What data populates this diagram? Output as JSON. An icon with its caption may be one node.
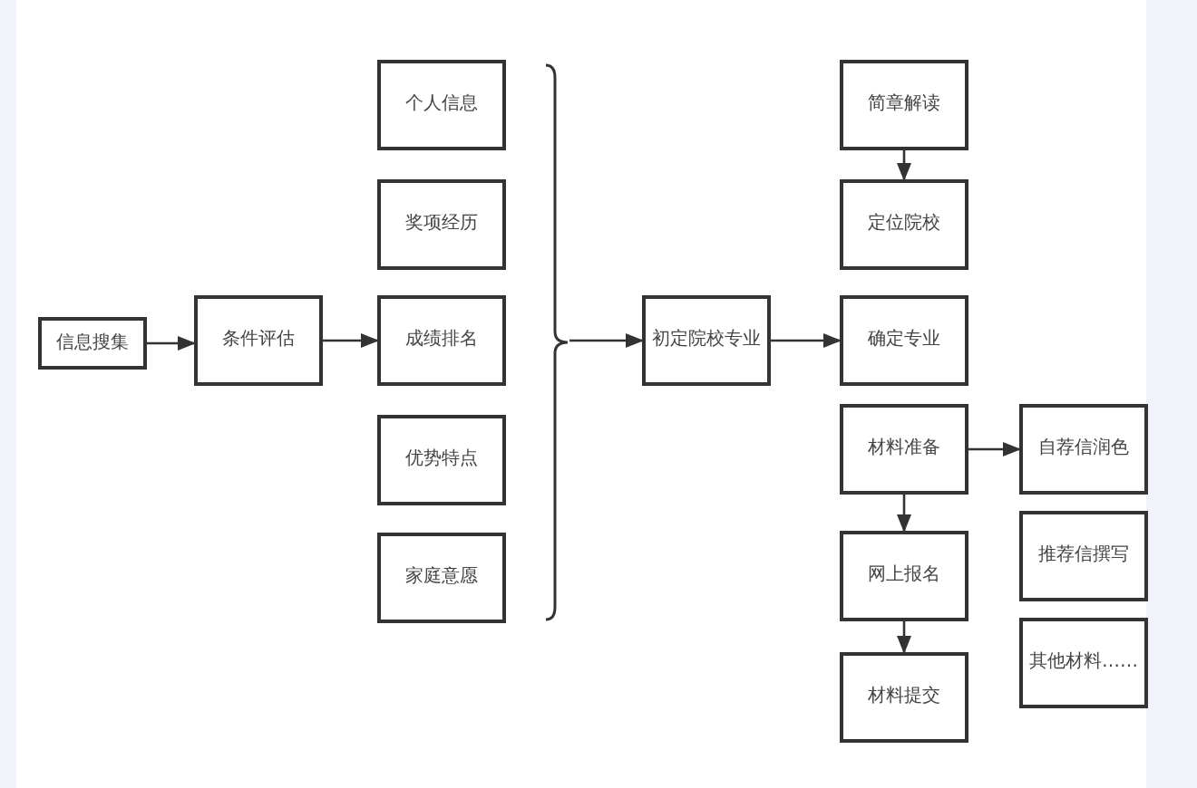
{
  "diagram": {
    "nodes": [
      {
        "text": [
          "信息搜集"
        ]
      },
      {
        "text": [
          "条件评估"
        ]
      },
      {
        "text": [
          "个人信息"
        ]
      },
      {
        "text": [
          "奖项经历"
        ]
      },
      {
        "text": [
          "成绩排名"
        ]
      },
      {
        "text": [
          "优势特点"
        ]
      },
      {
        "text": [
          "家庭意愿"
        ]
      },
      {
        "text": [],
        "shape": "brace"
      },
      {
        "text": [
          "初定院校专业"
        ]
      },
      {
        "text": [
          "简章解读"
        ]
      },
      {
        "text": [
          "定位院校"
        ]
      },
      {
        "text": [
          "确定专业"
        ]
      },
      {
        "text": [
          "材料准备"
        ]
      },
      {
        "text": [
          "网上报名"
        ]
      },
      {
        "text": [
          "材料提交"
        ]
      },
      {
        "text": [
          "自荐信润色"
        ]
      },
      {
        "text": [
          "推荐信撰写"
        ]
      },
      {
        "text": [
          "其他材料……"
        ]
      }
    ],
    "edges": [
      {
        "from": 0,
        "to": 1,
        "arrow": "to"
      },
      {
        "from": 1,
        "to": 4,
        "arrow": "to"
      },
      {
        "from": 7,
        "to": 8,
        "arrow": "to"
      },
      {
        "from": 8,
        "to": 11,
        "arrow": "to"
      },
      {
        "from": 9,
        "to": 10,
        "arrow": "to"
      },
      {
        "from": 12,
        "to": 15,
        "arrow": "to"
      },
      {
        "from": 12,
        "to": 13,
        "arrow": "to"
      },
      {
        "from": 13,
        "to": 14,
        "arrow": "to"
      }
    ]
  }
}
